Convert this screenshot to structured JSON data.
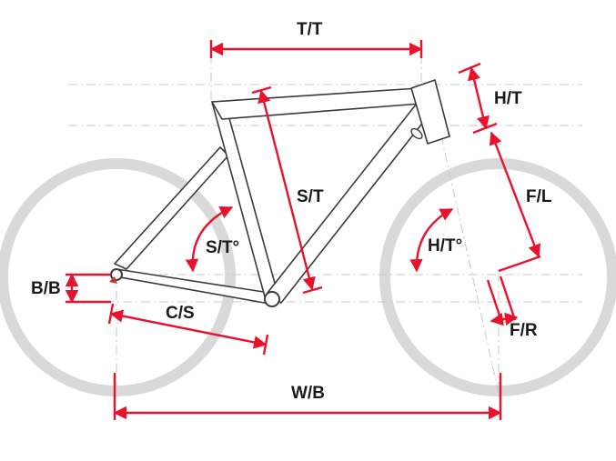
{
  "labels": {
    "top_tube": "T/T",
    "head_tube": "H/T",
    "seat_tube": "S/T",
    "fork_length": "F/L",
    "seat_tube_angle": "S/T°",
    "head_tube_angle": "H/T°",
    "bb_drop": "B/B",
    "chainstay": "C/S",
    "fork_rake": "F/R",
    "wheelbase": "W/B"
  },
  "colors": {
    "dimension": "#e8122c",
    "frame": "#3a3a3a",
    "tyre": "#d9d9d9",
    "guide": "#c8c8c8",
    "text": "#1a1a1a"
  }
}
